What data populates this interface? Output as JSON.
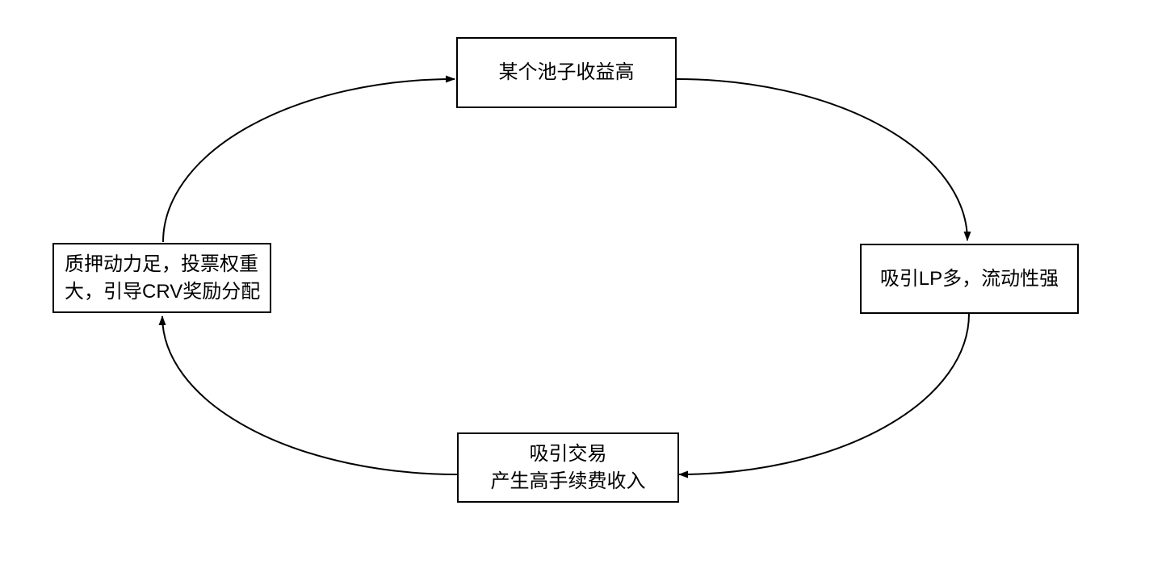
{
  "diagram": {
    "type": "cycle",
    "nodes": [
      {
        "id": "pool-high-yield",
        "position": "top",
        "lines": [
          "某个池子收益高"
        ]
      },
      {
        "id": "attract-lp",
        "position": "right",
        "lines": [
          "吸引LP多，流动性强"
        ]
      },
      {
        "id": "attract-trading",
        "position": "bottom",
        "lines": [
          "吸引交易",
          "产生高手续费收入"
        ]
      },
      {
        "id": "staking-incentive",
        "position": "left",
        "lines": [
          "质押动力足，投票权重",
          "大，引导CRV奖励分配"
        ]
      }
    ],
    "edges": [
      {
        "from": "staking-incentive",
        "to": "pool-high-yield"
      },
      {
        "from": "pool-high-yield",
        "to": "attract-lp"
      },
      {
        "from": "attract-lp",
        "to": "attract-trading"
      },
      {
        "from": "attract-trading",
        "to": "staking-incentive"
      }
    ],
    "colors": {
      "background": "#ffffff",
      "node_fill": "#ffffff",
      "node_border": "#000000",
      "text": "#000000",
      "arrow": "#000000"
    }
  }
}
